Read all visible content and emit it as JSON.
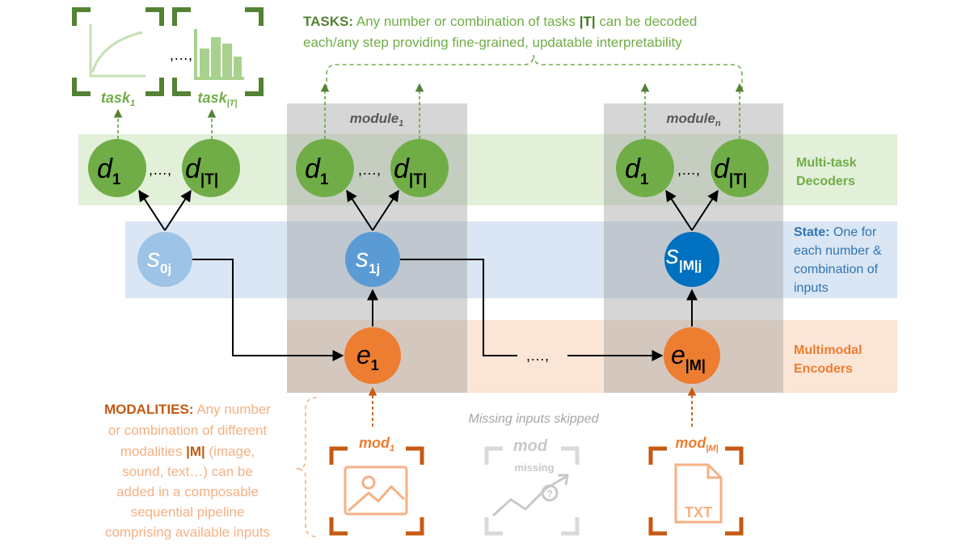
{
  "colors": {
    "green_band": "#e2efd9",
    "blue_band": "#dae6f3",
    "orange_band": "#fbe5d6",
    "module_gray": "#cfcfcf",
    "green_node": "#70ad47",
    "green_text": "#548235",
    "green_dark": "#3d7a1e",
    "light_green_icon": "#a9d18e",
    "state_light": "#9dc3e6",
    "state_mid": "#5b9bd5",
    "state_dark": "#0070c0",
    "blue_text": "#2e75b6",
    "orange_node": "#ed7d31",
    "orange_text": "#c55a11",
    "orange_light_text": "#f4b183",
    "gray_text": "#8c8c8c",
    "missing_gray": "#c8c8c8",
    "arrow": "#000000"
  },
  "tasks": {
    "heading": "TASKS:",
    "line1": "Any number or combination of tasks",
    "t_symbol": "|T|",
    "line1_tail": "can be decoded",
    "line2": "each/any step providing fine-grained, updatable  interpretability"
  },
  "task_icons": {
    "task1_label": "task",
    "task1_sub": "1",
    "taskT_label": "task",
    "taskT_sub": "|T|",
    "ellipsis": ",…,",
    "chart_icon": "line-chart-icon",
    "bars_icon": "bar-chart-icon"
  },
  "modules": {
    "module1_label": "module",
    "module1_sub": "1",
    "modulen_label": "module",
    "modulen_sub": "n"
  },
  "decoders": {
    "d_letter": "d",
    "sub1": "1",
    "subT": "|T|",
    "ellipsis": ",…,"
  },
  "states": {
    "s_letter": "s",
    "s0_sub": "0j",
    "s1_sub": "1j",
    "sM_sub": "|M|j"
  },
  "encoders": {
    "e_letter": "e",
    "e1_sub": "1",
    "eM_sub": "|M|",
    "ellipsis": ",…,"
  },
  "side_labels": {
    "decoders_line1": "Multi-task",
    "decoders_line2": "Decoders",
    "state_bold": "State:",
    "state_line1_tail": "One for",
    "state_line2": "each number &",
    "state_line3": "combination of",
    "state_line4": "inputs",
    "encoders_line1": "Multimodal",
    "encoders_line2": "Encoders"
  },
  "modalities": {
    "heading": "MODALITIES:",
    "line1_tail": "Any number",
    "line2": "or combination of different",
    "line3_head": "modalities",
    "m_symbol": "|M|",
    "line3_tail": "(image,",
    "line4": "sound, text…) can be",
    "line5": "added in a composable",
    "line6": "sequential pipeline",
    "line7": "comprising available inputs"
  },
  "inputs": {
    "mod1_label": "mod",
    "mod1_sub": "1",
    "missing_caption": "Missing inputs skipped",
    "missing_label": "mod",
    "missing_word": "missing",
    "modM_label": "mod",
    "modM_sub": "|M|",
    "txt_label": "TXT",
    "image_icon": "image-icon",
    "trend_icon": "trend-missing-icon",
    "file_icon": "text-file-icon"
  }
}
